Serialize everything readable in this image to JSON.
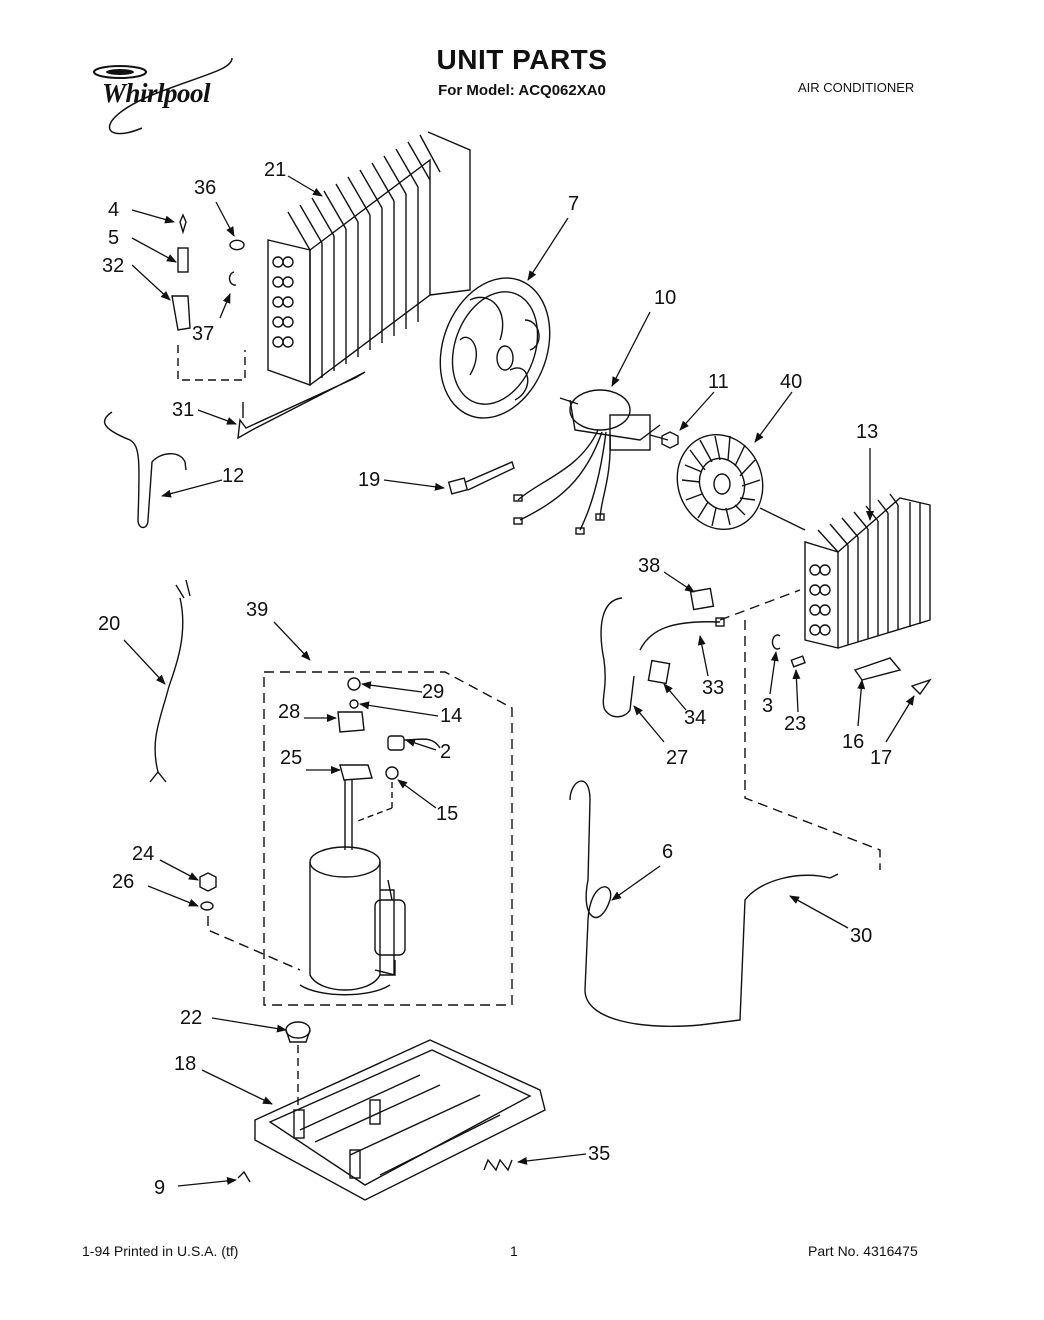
{
  "header": {
    "brand": "Whirlpool",
    "title": "UNIT PARTS",
    "model": "For Model: ACQ062XA0",
    "category": "AIR CONDITIONER"
  },
  "footer": {
    "left": "1-94 Printed in U.S.A. (tf)",
    "center": "1",
    "right": "Part No. 4316475"
  },
  "callouts": [
    "4",
    "5",
    "32",
    "36",
    "37",
    "21",
    "7",
    "10",
    "11",
    "40",
    "13",
    "31",
    "12",
    "19",
    "38",
    "20",
    "39",
    "29",
    "14",
    "28",
    "2",
    "25",
    "15",
    "33",
    "3",
    "23",
    "34",
    "16",
    "17",
    "27",
    "6",
    "24",
    "26",
    "30",
    "22",
    "18",
    "35",
    "9"
  ]
}
